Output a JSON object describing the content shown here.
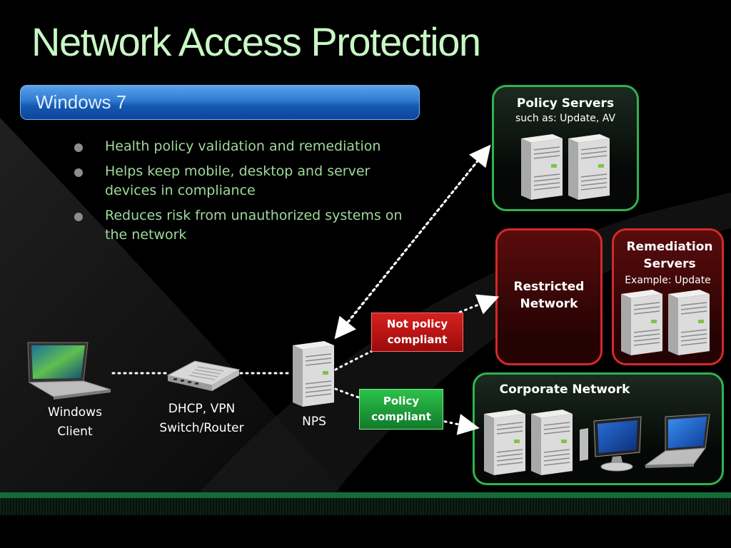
{
  "title": "Network Access Protection",
  "banner": "Windows 7",
  "bullets": [
    "Health policy validation and remediation",
    "Helps keep mobile, desktop and server devices in compliance",
    "Reduces risk from unauthorized systems on the network"
  ],
  "nodes": {
    "client": "Windows Client",
    "switch": "DHCP, VPN Switch/Router",
    "nps": "NPS"
  },
  "boxes": {
    "policy_servers": {
      "title": "Policy Servers",
      "subtitle": "such as: Update, AV"
    },
    "restricted_network": {
      "title": "Restricted Network"
    },
    "remediation_servers": {
      "title": "Remediation Servers",
      "subtitle": "Example: Update"
    },
    "corporate_network": {
      "title": "Corporate Network"
    }
  },
  "tags": {
    "not_compliant": "Not policy compliant",
    "compliant": "Policy compliant"
  },
  "colors": {
    "title": "#c8f7c4",
    "bullet_text": "#9fd99b",
    "banner": "#2e7ad2",
    "green_border": "#2fb34f",
    "red_border": "#d12a2a"
  }
}
